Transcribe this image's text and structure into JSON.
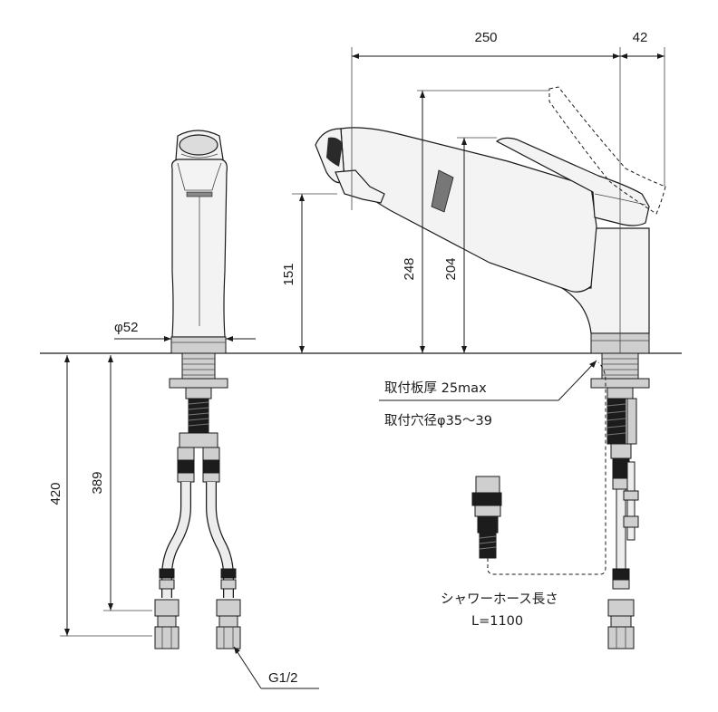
{
  "dimensions": {
    "spout_reach": "250",
    "handle_offset": "42",
    "spout_height": "151",
    "overall_height_extended": "248",
    "overall_height": "204",
    "base_diameter": "φ52",
    "hose_total_length": "420",
    "hose_to_fitting": "389"
  },
  "notes": {
    "counter_thickness": "取付板厚 25max",
    "mount_hole": "取付穴径φ35～39",
    "shower_hose_label": "シャワーホース長さ",
    "shower_hose_length": "L=1100",
    "thread_size": "G1/2"
  }
}
